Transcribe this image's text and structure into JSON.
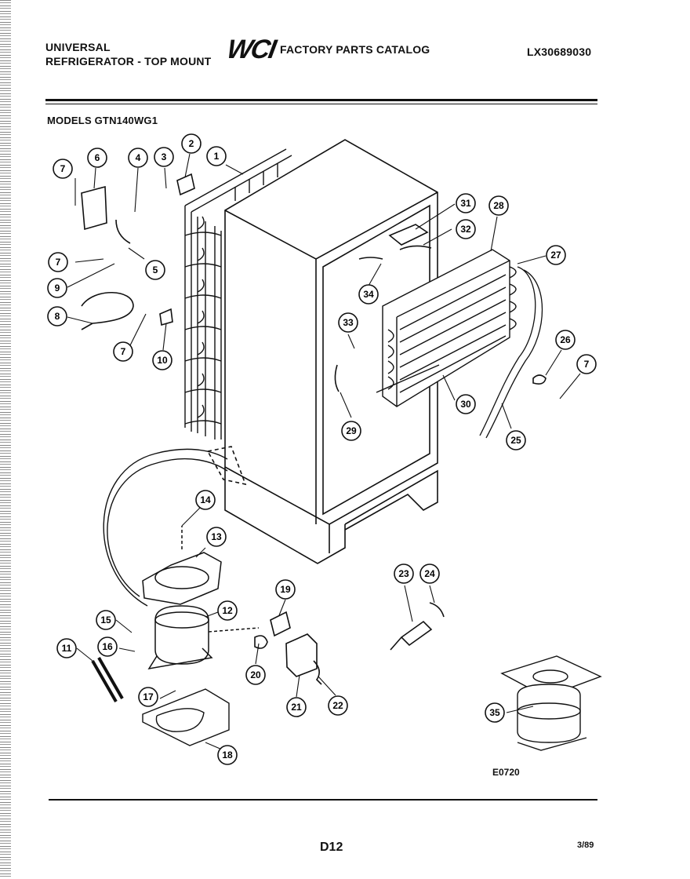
{
  "header": {
    "brand_line1": "UNIVERSAL",
    "brand_line2": "REFRIGERATOR - TOP MOUNT",
    "logo": "WCI",
    "catalog_title": "FACTORY PARTS CATALOG",
    "catalog_number": "LX30689030",
    "models": "MODELS GTN140WG1"
  },
  "diagram": {
    "part_labels": [
      "1",
      "2",
      "3",
      "4",
      "5",
      "6",
      "7",
      "7",
      "7",
      "7",
      "8",
      "9",
      "10",
      "11",
      "12",
      "13",
      "14",
      "15",
      "16",
      "17",
      "18",
      "19",
      "20",
      "21",
      "22",
      "23",
      "24",
      "25",
      "26",
      "27",
      "28",
      "29",
      "30",
      "31",
      "32",
      "33",
      "34",
      "35"
    ],
    "drawing_code": "E0720"
  },
  "footer": {
    "page_code": "D12",
    "date": "3/89"
  }
}
